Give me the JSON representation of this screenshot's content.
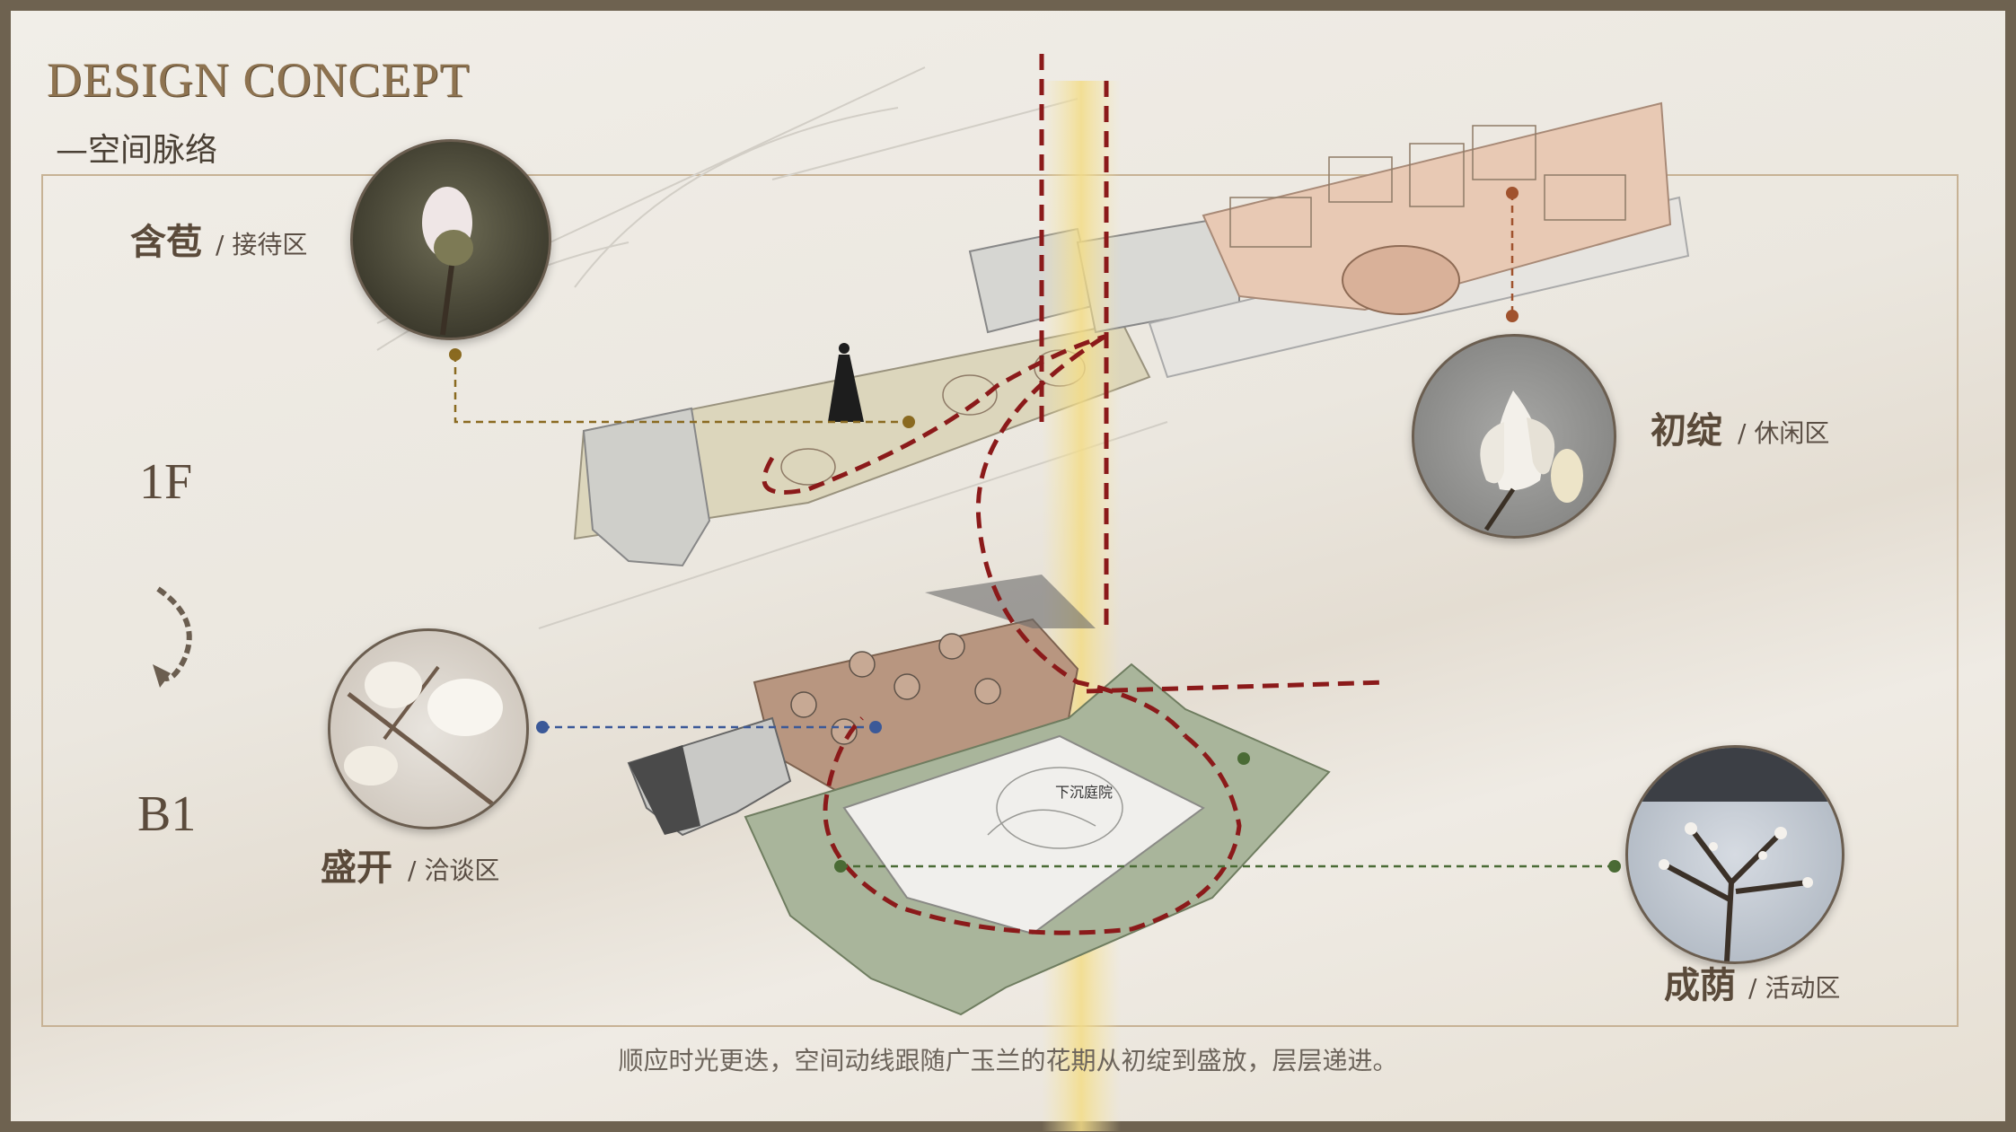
{
  "header": {
    "title": "DESIGN CONCEPT",
    "subtitle": "—空间脉络"
  },
  "zones": [
    {
      "name": "含苞",
      "sub": "/ 接待区"
    },
    {
      "name": "初绽",
      "sub": "/ 休闲区"
    },
    {
      "name": "盛开",
      "sub": "/ 洽谈区"
    },
    {
      "name": "成荫",
      "sub": "/ 活动区"
    }
  ],
  "floors": {
    "upper": "1F",
    "lower": "B1"
  },
  "plan_labels": {
    "plaza": "下沉庭院"
  },
  "caption": "顺应时光更迭，空间动线跟随广玉兰的花期从初绽到盛放，层层递进。",
  "colors": {
    "border": "#6e6250",
    "accent_gold": "#c7b295",
    "route_red": "#8b1a1a",
    "reception_beige": "#dcd6bc",
    "leisure_pink": "#e8c9b4",
    "negotiation_brown": "#b89680",
    "activity_green": "#a9b59b",
    "link_brown": "#8a6a20",
    "link_rust": "#a0522d",
    "link_blue": "#3b5998",
    "link_green": "#4a6b35"
  }
}
